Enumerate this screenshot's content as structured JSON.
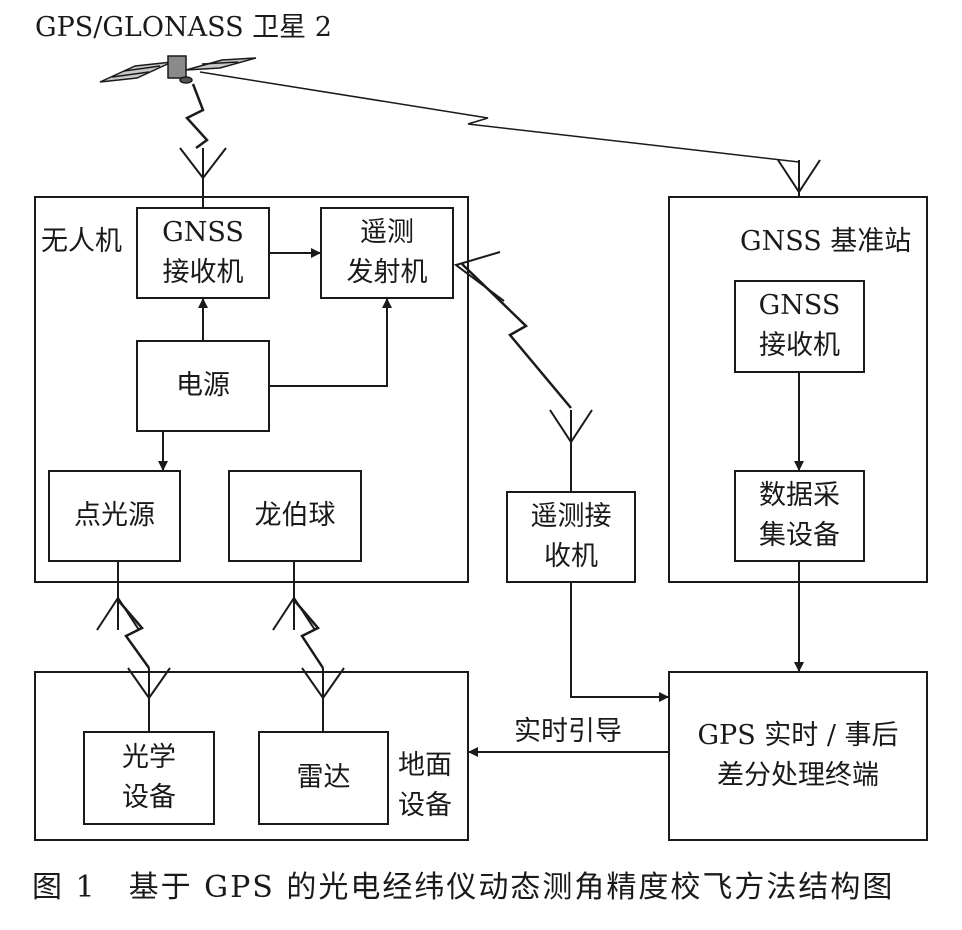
{
  "satellite_label": "GPS/GLONASS 卫星 2",
  "uav": {
    "title": "无人机",
    "gnss_receiver": [
      "GNSS",
      "接收机"
    ],
    "telemetry_tx": [
      "遥测",
      "发射机"
    ],
    "power": "电源",
    "point_light": "点光源",
    "luneburg": "龙伯球"
  },
  "base_station": {
    "title": "GNSS 基准站",
    "gnss_receiver": [
      "GNSS",
      "接收机"
    ],
    "data_acq": [
      "数据采",
      "集设备"
    ]
  },
  "telemetry_rx": [
    "遥测接",
    "收机"
  ],
  "ground": {
    "title": [
      "地面",
      "设备"
    ],
    "optical": [
      "光学",
      "设备"
    ],
    "radar": "雷达"
  },
  "terminal": [
    "GPS 实时 / 事后",
    "差分处理终端"
  ],
  "guidance_label": "实时引导",
  "caption": "图 1　基于 GPS 的光电经纬仪动态测角精度校飞方法结构图"
}
